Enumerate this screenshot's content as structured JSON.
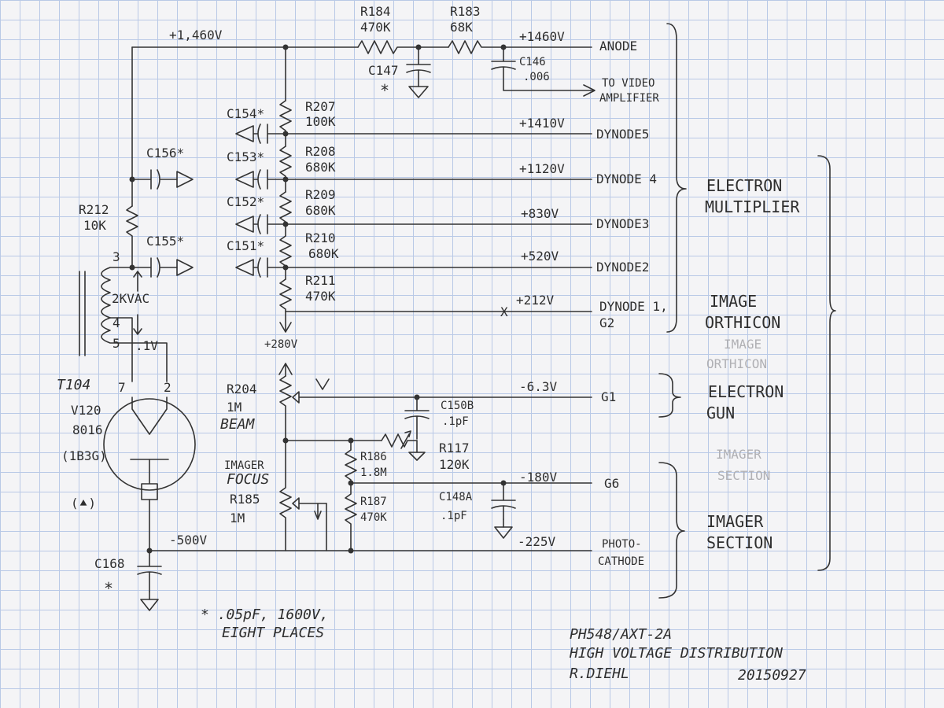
{
  "supply": {
    "main": "+1,460V",
    "bottom_bias": "+280V",
    "cathode": "-500V"
  },
  "resistors": {
    "r184": {
      "ref": "R184",
      "value": "470K"
    },
    "r183": {
      "ref": "R183",
      "value": "68K"
    },
    "r207": {
      "ref": "R207",
      "value": "100K"
    },
    "r208": {
      "ref": "R208",
      "value": "680K"
    },
    "r209": {
      "ref": "R209",
      "value": "680K"
    },
    "r210": {
      "ref": "R210",
      "value": "680K"
    },
    "r211": {
      "ref": "R211",
      "value": "470K"
    },
    "r212": {
      "ref": "R212",
      "value": "10K"
    },
    "r204": {
      "ref": "R204",
      "value": "1M",
      "label": "BEAM"
    },
    "r185": {
      "ref": "R185",
      "value": "1M",
      "label_line1": "IMAGER",
      "label_line2": "FOCUS"
    },
    "r186": {
      "ref": "R186",
      "value": "1.8M"
    },
    "r117": {
      "ref": "R117",
      "value": "120K"
    },
    "r187": {
      "ref": "R187",
      "value": "470K"
    }
  },
  "capacitors": {
    "c147": {
      "ref": "C147",
      "mark": "*"
    },
    "c146": {
      "ref": "C146",
      "value": ".006"
    },
    "c154": {
      "ref": "C154*"
    },
    "c153": {
      "ref": "C153*"
    },
    "c152": {
      "ref": "C152*"
    },
    "c151": {
      "ref": "C151*"
    },
    "c156": {
      "ref": "C156*"
    },
    "c155": {
      "ref": "C155*"
    },
    "c150b": {
      "ref": "C150B",
      "value": ".1pF"
    },
    "c148a": {
      "ref": "C148A",
      "value": ".1pF"
    },
    "c168": {
      "ref": "C168",
      "mark": "*"
    }
  },
  "transformer": {
    "ref": "T104",
    "pin3": "3",
    "pin4": "4",
    "pin5": "5",
    "hv": "2KVAC",
    "fil": ".1V"
  },
  "tube": {
    "ref": "V120",
    "type": "8016",
    "alt": "(1B3G)",
    "pin7": "7",
    "pin2": "2",
    "diode_symbol": "(⯅)"
  },
  "outputs": [
    {
      "voltage": "+1460V",
      "name": "ANODE"
    },
    {
      "voltage": "",
      "name": "TO VIDEO",
      "name2": "AMPLIFIER"
    },
    {
      "voltage": "+1410V",
      "name": "DYNODE5"
    },
    {
      "voltage": "+1120V",
      "name": "DYNODE 4"
    },
    {
      "voltage": "+830V",
      "name": "DYNODE3"
    },
    {
      "voltage": "+520V",
      "name": "DYNODE2"
    },
    {
      "voltage": "+212V",
      "name": "DYNODE 1,",
      "name2": "G2",
      "mark": "X"
    },
    {
      "voltage": "-6.3V",
      "name": "G1"
    },
    {
      "voltage": "-180V",
      "name": "G6"
    },
    {
      "voltage": "-225V",
      "name": "PHOTO-",
      "name2": "CATHODE"
    }
  ],
  "sections": {
    "electron_multiplier_1": "ELECTRON",
    "electron_multiplier_2": "MULTIPLIER",
    "image_orthicon_1": "IMAGE",
    "image_orthicon_2": "ORTHICON",
    "electron_gun_1": "ELECTRON",
    "electron_gun_2": "GUN",
    "imager_section_1": "IMAGER",
    "imager_section_2": "SECTION",
    "ghost_image": "IMAGE",
    "ghost_orthicon": "ORTHICON",
    "ghost_imager": "IMAGER",
    "ghost_section": "SECTION"
  },
  "footnote": {
    "line1": "* .05pF, 1600V,",
    "line2": "EIGHT PLACES"
  },
  "title_block": {
    "line1": "PH548/AXT-2A",
    "line2": "HIGH VOLTAGE DISTRIBUTION",
    "author": "R.DIEHL",
    "date": "20150927"
  }
}
